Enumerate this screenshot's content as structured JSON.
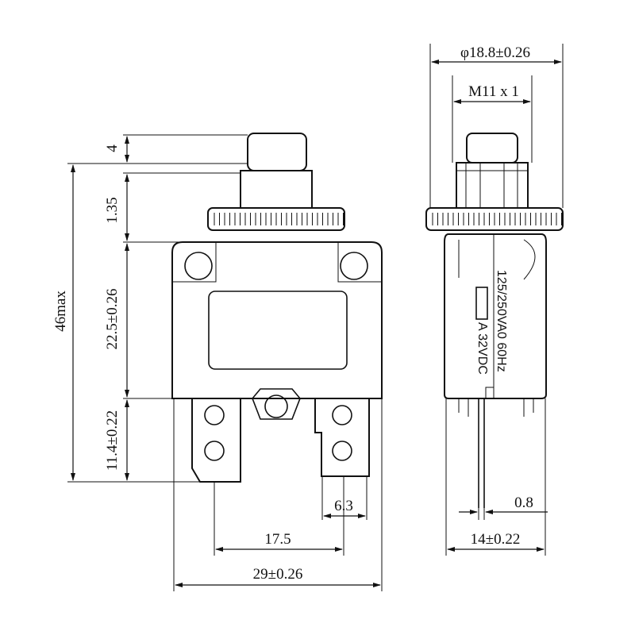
{
  "front_view": {
    "dimensions": {
      "button_travel": "4",
      "nut_height": "1.35",
      "body_height": "22.5±0.26",
      "terminal_length": "11.4±0.22",
      "overall_height": "46max",
      "terminal_width": "6.3",
      "terminal_spacing": "17.5",
      "body_width": "29±0.26"
    }
  },
  "side_view": {
    "dimensions": {
      "nut_diameter": "φ18.8±0.26",
      "thread": "M11 x 1",
      "pin_thickness": "0.8",
      "body_depth": "14±0.22"
    },
    "label": {
      "rating_ac": "125/250VA0 60Hz",
      "rating_dc": "A 32VDC"
    }
  }
}
